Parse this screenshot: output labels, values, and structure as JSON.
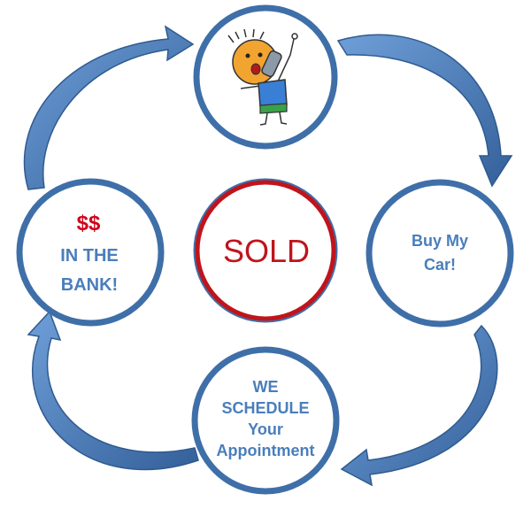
{
  "center": {
    "label": "SOLD"
  },
  "nodes": {
    "right": {
      "lines": [
        "Buy My",
        "Car!"
      ]
    },
    "bottom": {
      "lines": [
        "WE",
        "SCHEDULE",
        "Your",
        "Appointment"
      ]
    },
    "left": {
      "symbol": "$$",
      "lines": [
        "IN THE",
        "BANK!"
      ]
    }
  },
  "top_image": {
    "icon": "cartoon-person-on-phone"
  },
  "colors": {
    "ring": "#3f6fa8",
    "text": "#4a7ebb",
    "center_ring": "#c0141c",
    "money": "#d0021b",
    "arrow": "#4f7fbf"
  }
}
